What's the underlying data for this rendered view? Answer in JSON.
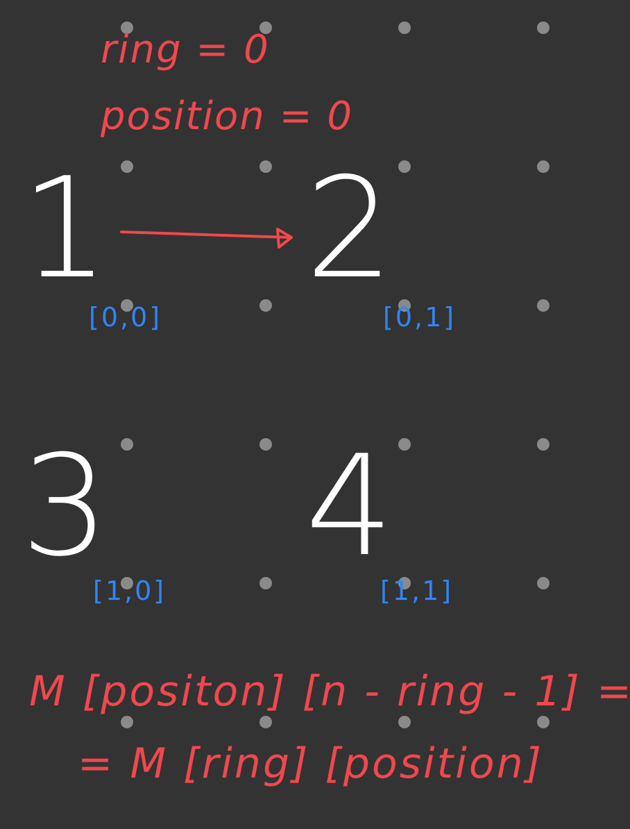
{
  "notes": {
    "ring": "ring = 0",
    "position": "position = 0"
  },
  "cells": [
    {
      "value": "1",
      "index": "[0,0]"
    },
    {
      "value": "2",
      "index": "[0,1]"
    },
    {
      "value": "3",
      "index": "[1,0]"
    },
    {
      "value": "4",
      "index": "[1,1]"
    }
  ],
  "formula": {
    "line1": "M [positon] [n - ring - 1] =",
    "line2": "= M [ring] [position]"
  },
  "colors": {
    "background": "#333333",
    "grid_dot": "#8a8a8a",
    "red_ink": "#f0484e",
    "blue_ink": "#2f86f4",
    "white_ink": "#ffffff"
  }
}
